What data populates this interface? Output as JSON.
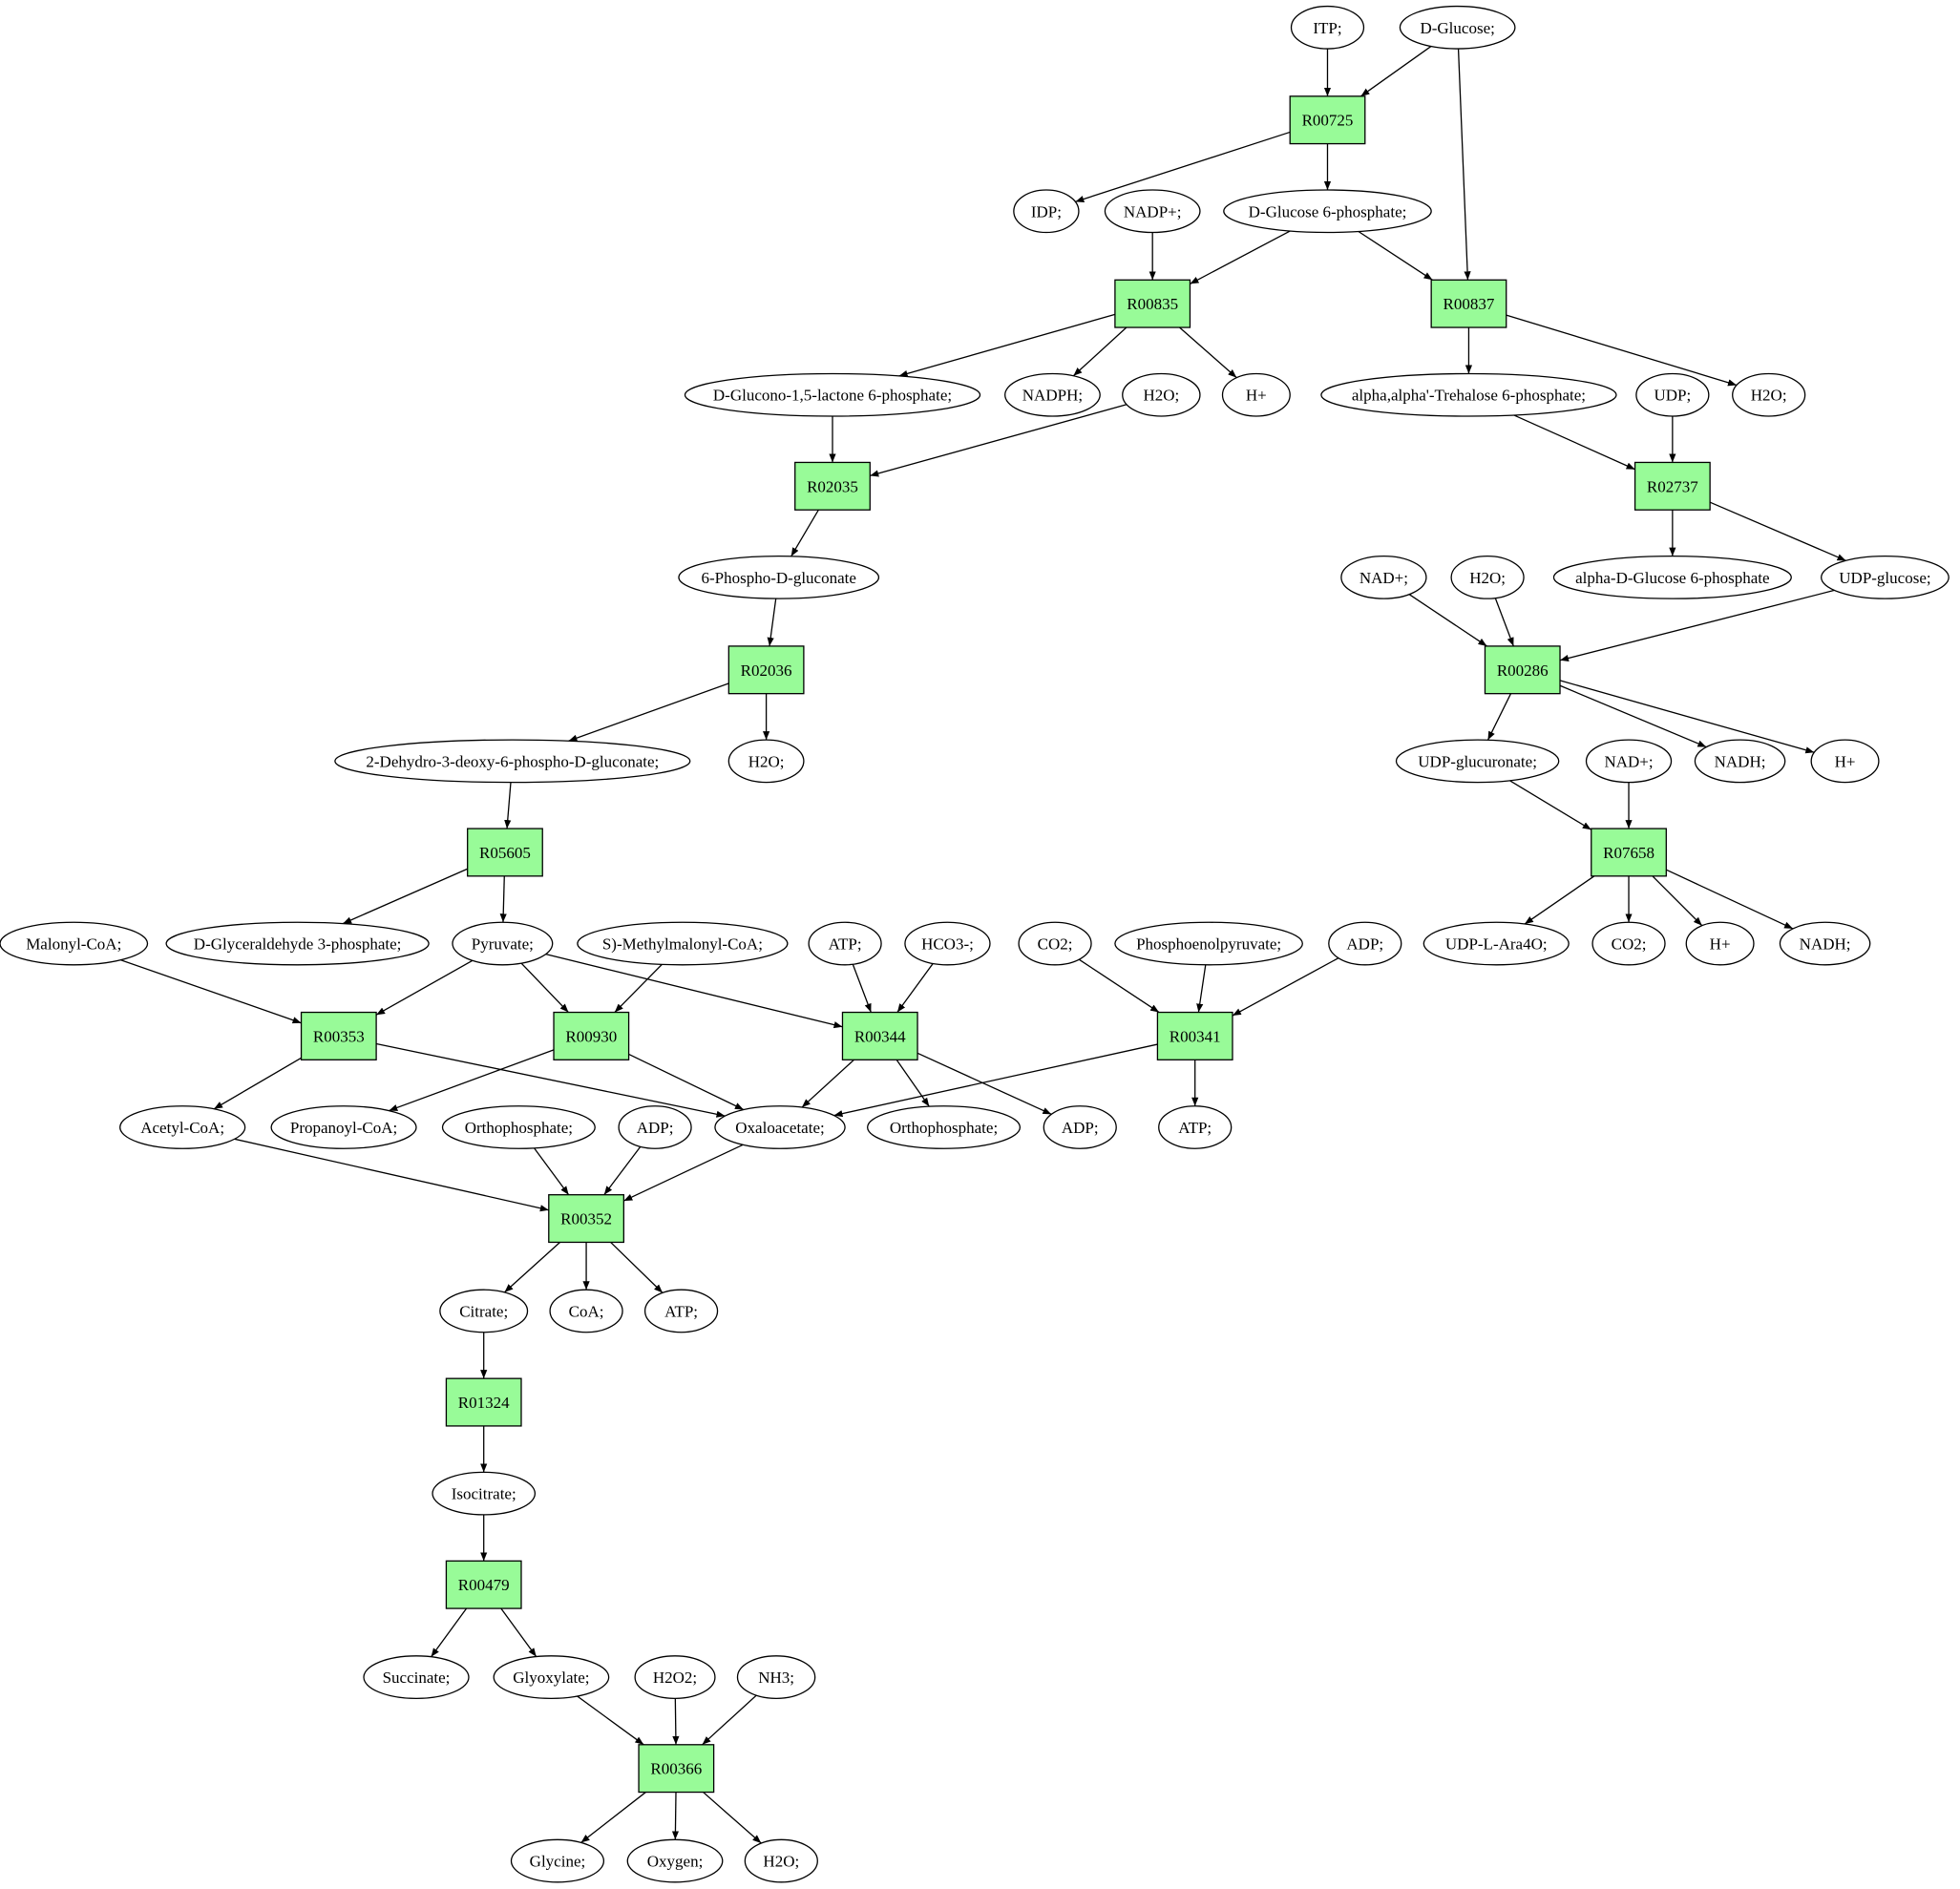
{
  "colors": {
    "reaction": "#98fb98",
    "source": "#00dd00",
    "target": "#ffff00",
    "compound": "#ffffff",
    "stroke": "#000000"
  },
  "nodes": [
    {
      "id": "itp",
      "type": "compound",
      "label": "ITP;"
    },
    {
      "id": "dglucose",
      "type": "compound",
      "label": "D-Glucose;",
      "role": "source"
    },
    {
      "id": "r00725",
      "type": "reaction",
      "label": "R00725"
    },
    {
      "id": "idp",
      "type": "compound",
      "label": "IDP;"
    },
    {
      "id": "nadpp",
      "type": "compound",
      "label": "NADP+;"
    },
    {
      "id": "g6p",
      "type": "compound",
      "label": "D-Glucose 6-phosphate;"
    },
    {
      "id": "r00835",
      "type": "reaction",
      "label": "R00835"
    },
    {
      "id": "r00837",
      "type": "reaction",
      "label": "R00837"
    },
    {
      "id": "glucono",
      "type": "compound",
      "label": "D-Glucono-1,5-lactone 6-phosphate;"
    },
    {
      "id": "nadph",
      "type": "compound",
      "label": "NADPH;"
    },
    {
      "id": "h2o_a",
      "type": "compound",
      "label": "H2O;"
    },
    {
      "id": "hp_a",
      "type": "compound",
      "label": "H+"
    },
    {
      "id": "trehalose",
      "type": "compound",
      "label": "alpha,alpha'-Trehalose 6-phosphate;"
    },
    {
      "id": "udp",
      "type": "compound",
      "label": "UDP;"
    },
    {
      "id": "h2o_b",
      "type": "compound",
      "label": "H2O;"
    },
    {
      "id": "r02035",
      "type": "reaction",
      "label": "R02035"
    },
    {
      "id": "r02737",
      "type": "reaction",
      "label": "R02737"
    },
    {
      "id": "phosphogluconate",
      "type": "compound",
      "label": "6-Phospho-D-gluconate"
    },
    {
      "id": "nadp_c",
      "type": "compound",
      "label": "NAD+;"
    },
    {
      "id": "h2o_c",
      "type": "compound",
      "label": "H2O;"
    },
    {
      "id": "adg6p",
      "type": "compound",
      "label": "alpha-D-Glucose 6-phosphate"
    },
    {
      "id": "udpglucose",
      "type": "compound",
      "label": "UDP-glucose;"
    },
    {
      "id": "r02036",
      "type": "reaction",
      "label": "R02036"
    },
    {
      "id": "r00286",
      "type": "reaction",
      "label": "R00286"
    },
    {
      "id": "kdpg",
      "type": "compound",
      "label": "2-Dehydro-3-deoxy-6-phospho-D-gluconate;"
    },
    {
      "id": "h2o_d",
      "type": "compound",
      "label": "H2O;"
    },
    {
      "id": "udpglucuronate",
      "type": "compound",
      "label": "UDP-glucuronate;"
    },
    {
      "id": "nadp_e",
      "type": "compound",
      "label": "NAD+;"
    },
    {
      "id": "nadh_a",
      "type": "compound",
      "label": "NADH;"
    },
    {
      "id": "hp_b",
      "type": "compound",
      "label": "H+"
    },
    {
      "id": "r05605",
      "type": "reaction",
      "label": "R05605"
    },
    {
      "id": "r07658",
      "type": "reaction",
      "label": "R07658"
    },
    {
      "id": "malonyl",
      "type": "compound",
      "label": "Malonyl-CoA;"
    },
    {
      "id": "g3p",
      "type": "compound",
      "label": "D-Glyceraldehyde 3-phosphate;"
    },
    {
      "id": "pyruvate",
      "type": "compound",
      "label": "Pyruvate;"
    },
    {
      "id": "methylmalonyl",
      "type": "compound",
      "label": "S)-Methylmalonyl-CoA;"
    },
    {
      "id": "atp_a",
      "type": "compound",
      "label": "ATP;"
    },
    {
      "id": "hco3",
      "type": "compound",
      "label": "HCO3-;"
    },
    {
      "id": "co2_a",
      "type": "compound",
      "label": "CO2;"
    },
    {
      "id": "pep",
      "type": "compound",
      "label": "Phosphoenolpyruvate;"
    },
    {
      "id": "adp_a",
      "type": "compound",
      "label": "ADP;"
    },
    {
      "id": "udpara",
      "type": "compound",
      "label": "UDP-L-Ara4O;"
    },
    {
      "id": "co2_b",
      "type": "compound",
      "label": "CO2;"
    },
    {
      "id": "hp_c",
      "type": "compound",
      "label": "H+"
    },
    {
      "id": "nadh_b",
      "type": "compound",
      "label": "NADH;"
    },
    {
      "id": "r00353",
      "type": "reaction",
      "label": "R00353"
    },
    {
      "id": "r00930",
      "type": "reaction",
      "label": "R00930"
    },
    {
      "id": "r00344",
      "type": "reaction",
      "label": "R00344"
    },
    {
      "id": "r00341",
      "type": "reaction",
      "label": "R00341"
    },
    {
      "id": "acetylcoa",
      "type": "compound",
      "label": "Acetyl-CoA;"
    },
    {
      "id": "propanoyl",
      "type": "compound",
      "label": "Propanoyl-CoA;"
    },
    {
      "id": "orthophosphate_a",
      "type": "compound",
      "label": "Orthophosphate;"
    },
    {
      "id": "adp_b",
      "type": "compound",
      "label": "ADP;"
    },
    {
      "id": "oxaloacetate",
      "type": "compound",
      "label": "Oxaloacetate;"
    },
    {
      "id": "orthophosphate_b",
      "type": "compound",
      "label": "Orthophosphate;"
    },
    {
      "id": "adp_c",
      "type": "compound",
      "label": "ADP;"
    },
    {
      "id": "atp_b",
      "type": "compound",
      "label": "ATP;"
    },
    {
      "id": "r00352",
      "type": "reaction",
      "label": "R00352"
    },
    {
      "id": "citrate",
      "type": "compound",
      "label": "Citrate;"
    },
    {
      "id": "coa",
      "type": "compound",
      "label": "CoA;"
    },
    {
      "id": "atp_c",
      "type": "compound",
      "label": "ATP;"
    },
    {
      "id": "r01324",
      "type": "reaction",
      "label": "R01324"
    },
    {
      "id": "isocitrate",
      "type": "compound",
      "label": "Isocitrate;"
    },
    {
      "id": "r00479",
      "type": "reaction",
      "label": "R00479"
    },
    {
      "id": "succinate",
      "type": "compound",
      "label": "Succinate;"
    },
    {
      "id": "glyoxylate",
      "type": "compound",
      "label": "Glyoxylate;"
    },
    {
      "id": "h2o2",
      "type": "compound",
      "label": "H2O2;"
    },
    {
      "id": "nh3",
      "type": "compound",
      "label": "NH3;"
    },
    {
      "id": "r00366",
      "type": "reaction",
      "label": "R00366"
    },
    {
      "id": "glycine",
      "type": "compound",
      "label": "Glycine;",
      "role": "target"
    },
    {
      "id": "oxygen",
      "type": "compound",
      "label": "Oxygen;"
    },
    {
      "id": "h2o_f",
      "type": "compound",
      "label": "H2O;"
    }
  ],
  "edges": [
    [
      "itp",
      "r00725"
    ],
    [
      "dglucose",
      "r00725"
    ],
    [
      "dglucose",
      "r00837"
    ],
    [
      "r00725",
      "idp"
    ],
    [
      "r00725",
      "g6p"
    ],
    [
      "nadpp",
      "r00835"
    ],
    [
      "g6p",
      "r00835"
    ],
    [
      "g6p",
      "r00837"
    ],
    [
      "r00835",
      "glucono"
    ],
    [
      "r00835",
      "nadph"
    ],
    [
      "r00835",
      "hp_a"
    ],
    [
      "r00837",
      "trehalose"
    ],
    [
      "r00837",
      "h2o_b"
    ],
    [
      "glucono",
      "r02035"
    ],
    [
      "h2o_a",
      "r02035"
    ],
    [
      "trehalose",
      "r02737"
    ],
    [
      "udp",
      "r02737"
    ],
    [
      "r02035",
      "phosphogluconate"
    ],
    [
      "r02737",
      "adg6p"
    ],
    [
      "r02737",
      "udpglucose"
    ],
    [
      "phosphogluconate",
      "r02036"
    ],
    [
      "nadp_c",
      "r00286"
    ],
    [
      "h2o_c",
      "r00286"
    ],
    [
      "udpglucose",
      "r00286"
    ],
    [
      "r02036",
      "kdpg"
    ],
    [
      "r02036",
      "h2o_d"
    ],
    [
      "r00286",
      "udpglucuronate"
    ],
    [
      "r00286",
      "nadh_a"
    ],
    [
      "r00286",
      "hp_b"
    ],
    [
      "kdpg",
      "r05605"
    ],
    [
      "udpglucuronate",
      "r07658"
    ],
    [
      "nadp_e",
      "r07658"
    ],
    [
      "r05605",
      "g3p"
    ],
    [
      "r05605",
      "pyruvate"
    ],
    [
      "r07658",
      "udpara"
    ],
    [
      "r07658",
      "co2_b"
    ],
    [
      "r07658",
      "hp_c"
    ],
    [
      "r07658",
      "nadh_b"
    ],
    [
      "malonyl",
      "r00353"
    ],
    [
      "pyruvate",
      "r00353"
    ],
    [
      "pyruvate",
      "r00930"
    ],
    [
      "methylmalonyl",
      "r00930"
    ],
    [
      "pyruvate",
      "r00344"
    ],
    [
      "atp_a",
      "r00344"
    ],
    [
      "hco3",
      "r00344"
    ],
    [
      "co2_a",
      "r00341"
    ],
    [
      "pep",
      "r00341"
    ],
    [
      "adp_a",
      "r00341"
    ],
    [
      "r00353",
      "acetylcoa"
    ],
    [
      "r00353",
      "oxaloacetate"
    ],
    [
      "r00930",
      "propanoyl"
    ],
    [
      "r00930",
      "oxaloacetate"
    ],
    [
      "r00344",
      "oxaloacetate"
    ],
    [
      "r00344",
      "orthophosphate_b"
    ],
    [
      "r00344",
      "adp_c"
    ],
    [
      "r00341",
      "oxaloacetate"
    ],
    [
      "r00341",
      "atp_b"
    ],
    [
      "acetylcoa",
      "r00352"
    ],
    [
      "orthophosphate_a",
      "r00352"
    ],
    [
      "adp_b",
      "r00352"
    ],
    [
      "oxaloacetate",
      "r00352"
    ],
    [
      "r00352",
      "citrate"
    ],
    [
      "r00352",
      "coa"
    ],
    [
      "r00352",
      "atp_c"
    ],
    [
      "citrate",
      "r01324"
    ],
    [
      "r01324",
      "isocitrate"
    ],
    [
      "isocitrate",
      "r00479"
    ],
    [
      "r00479",
      "succinate"
    ],
    [
      "r00479",
      "glyoxylate"
    ],
    [
      "glyoxylate",
      "r00366"
    ],
    [
      "h2o2",
      "r00366"
    ],
    [
      "nh3",
      "r00366"
    ],
    [
      "r00366",
      "glycine"
    ],
    [
      "r00366",
      "oxygen"
    ],
    [
      "r00366",
      "h2o_f"
    ]
  ]
}
